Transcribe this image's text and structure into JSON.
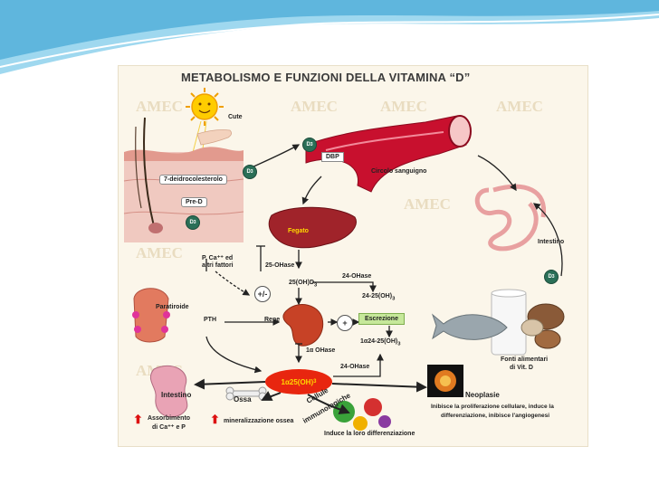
{
  "title": "METABOLISMO E FUNZIONI DELLA VITAMINA “D”",
  "watermark": "AMEC",
  "labels": {
    "cute": "Cute",
    "dehydro": "7-deidrocolesterolo",
    "pre_d": "Pre-D",
    "d3": "D",
    "dbp": "DBP",
    "circolo": "Circolo sanguigno",
    "fegato": "Fegato",
    "intestino_top": "Intestino",
    "p_ca": "P, Ca⁺⁺ ed",
    "altri": "altri fattori",
    "ohase25": "25-OHase",
    "ohase24a": "24-OHase",
    "oh25d3": "25(OH)D",
    "plus_minus": "+/-",
    "oh2425": "24-25(OH)",
    "paratiroide": "Paratiroide",
    "pth": "PTH",
    "rene": "Rene",
    "plus": "+",
    "escrezione": "Escrezione",
    "ohase1a": "1α OHase",
    "alpha24_25": "1α24-25(OH)",
    "ohase24b": "24-OHase",
    "central": "1α25(OH)",
    "fonti1": "Fonti alimentari",
    "fonti2": "di Vit. D",
    "intestino_bot": "Intestino",
    "ossa": "Ossa",
    "cellule": "Cellule",
    "immuno": "immunologiche",
    "neoplasie": "Neoplasie",
    "inibisce1": "Inibisce la proliferazione cellulare, induce la",
    "inibisce2": "differenziazione, inibisce l'angiogenesi",
    "assorbimento1": "Assorbimento",
    "assorbimento2": "di Ca⁺⁺ e P",
    "mineral": "mineralizzazione ossea",
    "induce": "Induce la loro differenziazione",
    "sub3": "3"
  },
  "colors": {
    "accent_red": "#e8260f",
    "accent_yellow": "#ffd800",
    "vd_green": "#2a6f57",
    "wave": "#7fc8e8"
  }
}
